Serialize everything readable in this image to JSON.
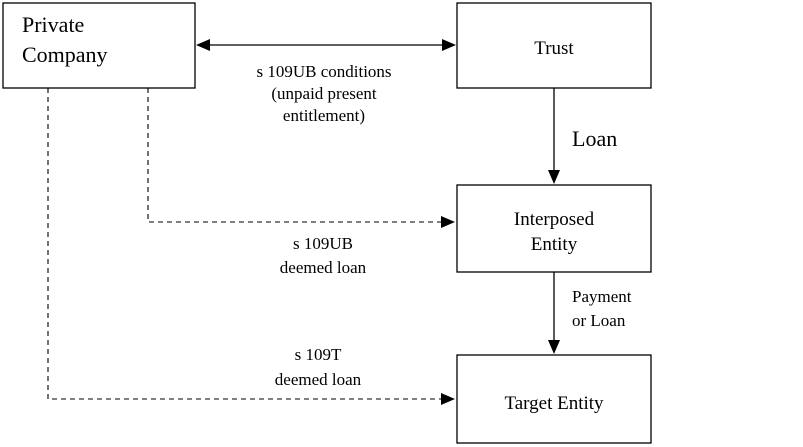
{
  "nodes": {
    "private_company": {
      "line1": "Private",
      "line2": "Company"
    },
    "trust": {
      "label": "Trust"
    },
    "interposed_entity": {
      "line1": "Interposed",
      "line2": "Entity"
    },
    "target_entity": {
      "label": "Target Entity"
    }
  },
  "edges": {
    "ub_conditions": {
      "line1": "s 109UB conditions",
      "line2": "(unpaid present",
      "line3": "entitlement)"
    },
    "loan": {
      "label": "Loan"
    },
    "ub_deemed_loan": {
      "line1": "s 109UB",
      "line2": "deemed loan"
    },
    "payment_or_loan": {
      "line1": "Payment",
      "line2": "or Loan"
    },
    "t_deemed_loan": {
      "line1": "s 109T",
      "line2": "deemed loan"
    }
  }
}
